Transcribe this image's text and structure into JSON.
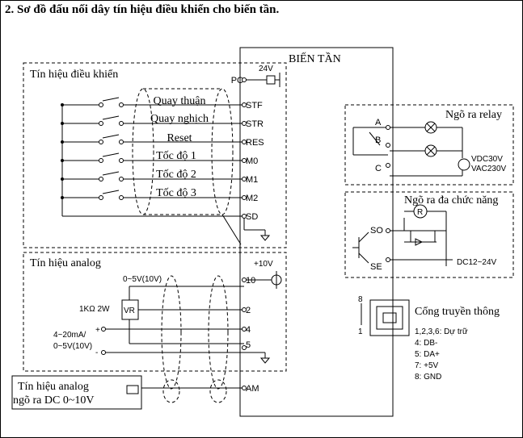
{
  "title": "2. Sơ đồ đấu nối dây tín hiệu điều khiển cho biến tần.",
  "inverter_label": "BIẾN TẦN",
  "control_box": {
    "label": "Tín hiệu điều khiển",
    "signals": [
      "Quay thuận",
      "Quay nghịch",
      "Reset",
      "Tốc độ 1",
      "Tốc độ 2",
      "Tốc độ 3"
    ]
  },
  "terminals": {
    "pc": "PC",
    "supply_24v": "24V",
    "stf": "STF",
    "str": "STR",
    "res": "RES",
    "m0": "M0",
    "m1": "M1",
    "m2": "M2",
    "sd": "SD",
    "plus10v": "+10V",
    "t10": "10",
    "t2": "2",
    "t4": "4",
    "t5": "5",
    "am": "AM"
  },
  "analog_box": {
    "label": "Tín hiệu analog",
    "pot_range": "0~5V(10V)",
    "pot_spec": "1KΩ 2W",
    "vr": "VR",
    "current_in_line1": "4~20mA/",
    "current_in_line2": "0~5V(10V)",
    "plus": "+",
    "minus": "-"
  },
  "analog_out": {
    "line1": "Tín hiệu analog",
    "line2": "ngõ ra DC 0~10V"
  },
  "relay_box": {
    "label": "Ngõ ra relay",
    "a": "A",
    "b": "B",
    "c": "C",
    "vdc": "VDC30V",
    "vac": "VAC230V"
  },
  "multi_box": {
    "label": "Ngõ ra đa chức năng",
    "r": "R",
    "so": "SO",
    "se": "SE",
    "supply": "DC12~24V"
  },
  "comm": {
    "label": "Cổng truyền thông",
    "pin_top": "8",
    "pin_bottom": "1",
    "pins": [
      "1,2,3,6: Dự trữ",
      "4: DB-",
      "5: DA+",
      "7: +5V",
      "8: GND"
    ]
  }
}
